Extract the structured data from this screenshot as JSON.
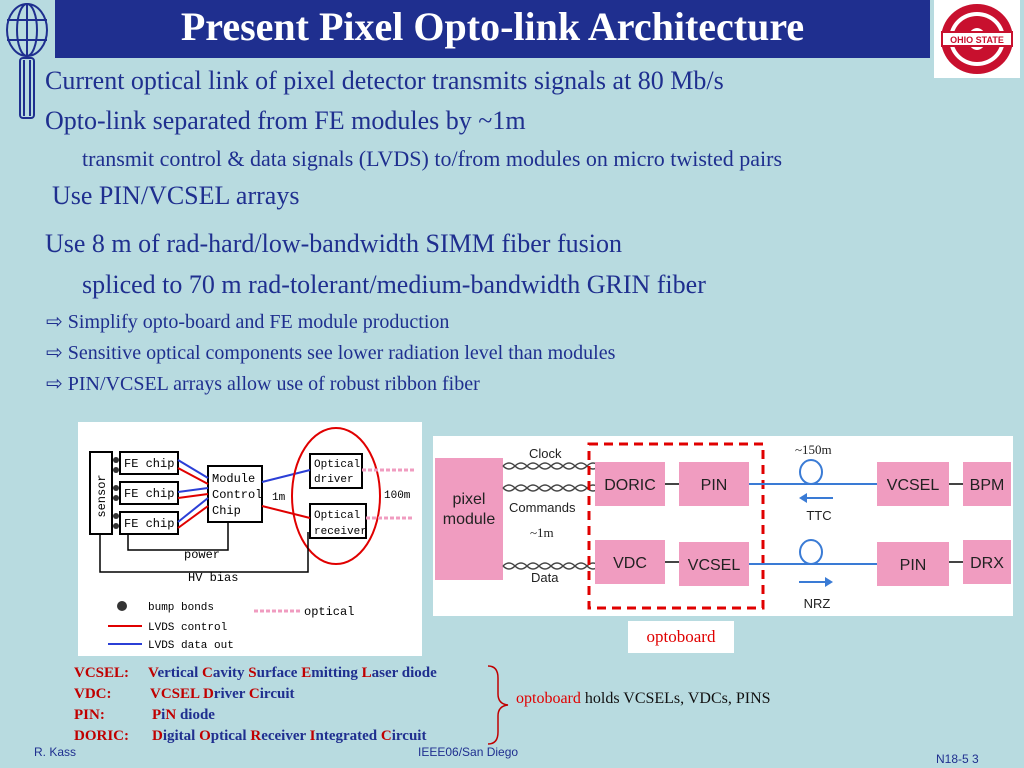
{
  "title": "Present  Pixel Opto-link Architecture",
  "bullets": {
    "b1": "Current optical link of pixel detector transmits signals at 80 Mb/s",
    "b2": "Opto-link separated from FE modules by ~1m",
    "b2_sub": "transmit control & data signals (LVDS) to/from modules on micro twisted pairs",
    "b3": "Use PIN/VCSEL arrays",
    "b4": "Use 8 m of rad-hard/low-bandwidth SIMM fiber fusion",
    "b4_sub": "spliced to 70 m rad-tolerant/medium-bandwidth GRIN fiber",
    "a1": "Simplify opto-board and FE module production",
    "a2": "Sensitive optical components see lower radiation level than modules",
    "a3": "PIN/VCSEL arrays allow use of robust ribbon fiber"
  },
  "left_diagram": {
    "sensor": "sensor",
    "fe1": "FE chip",
    "fe2": "FE chip",
    "fe3": "FE chip",
    "mcc": "Module Control Chip",
    "mcc_l1": "Module",
    "mcc_l2": "Control",
    "mcc_l3": "Chip",
    "od_l1": "Optical",
    "od_l2": "driver",
    "or_l1": "Optical",
    "or_l2": "receiver",
    "dist_1m": "1m",
    "dist_100m": "100m",
    "power": "power",
    "hv": "HV bias",
    "legend_bump": "bump bonds",
    "legend_ctrl": "LVDS control",
    "legend_data": "LVDS data out",
    "legend_optical": "optical"
  },
  "right_diagram": {
    "pixel_l1": "pixel",
    "pixel_l2": "module",
    "clock": "Clock",
    "commands": "Commands",
    "data": "Data",
    "dist_1m": "~1m",
    "dist_150m": "~150m",
    "doric": "DORIC",
    "pin_top": "PIN",
    "vdc": "VDC",
    "vcsel_bottom": "VCSEL",
    "vcsel_right": "VCSEL",
    "bpm": "BPM",
    "pin_right": "PIN",
    "drx": "DRX",
    "ttc": "TTC",
    "nrz": "NRZ"
  },
  "optoboard_label": "optoboard",
  "glossary": {
    "vcsel_k": "VCSEL:",
    "vcsel_d": [
      [
        "V",
        "ertical "
      ],
      [
        "C",
        "avity "
      ],
      [
        "S",
        "urface "
      ],
      [
        "E",
        "mitting "
      ],
      [
        "L",
        "aser diode"
      ]
    ],
    "vdc_k": "VDC:",
    "vdc_d": [
      [
        "V",
        ""
      ],
      [
        "CSEL ",
        ""
      ],
      [
        "D",
        "river "
      ],
      [
        "C",
        "ircuit"
      ]
    ],
    "pin_k": "PIN:",
    "pin_d": [
      [
        "P",
        "i"
      ],
      [
        "N",
        " diode"
      ]
    ],
    "doric_k": "DORIC:",
    "doric_d": [
      [
        "D",
        "igital "
      ],
      [
        "O",
        "ptical "
      ],
      [
        "R",
        "eceiver "
      ],
      [
        "I",
        "ntegrated "
      ],
      [
        "C",
        "ircuit"
      ]
    ]
  },
  "summary": {
    "optoboard": "optoboard",
    "rest": " holds VCSELs, VDCs, PINS"
  },
  "footer": {
    "author": "R. Kass",
    "event": "IEEE06/San Diego",
    "page": "N18-5 3"
  },
  "colors": {
    "background": "#b8dbe0",
    "title_bar": "#1f2f8f",
    "text": "#1f2f8f",
    "accent_red": "#e00000",
    "box_pink": "#f09cc0"
  }
}
